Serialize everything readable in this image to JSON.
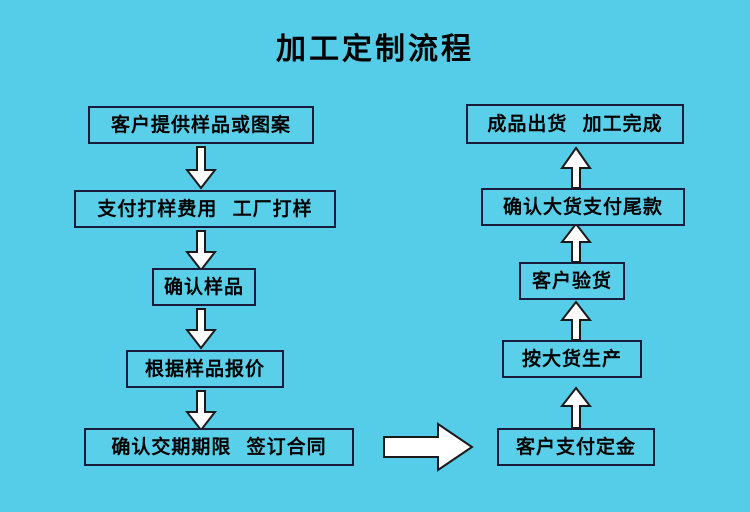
{
  "page": {
    "title": "加工定制流程",
    "background_color": "#55cce8",
    "box_border_color": "#1a1a3c",
    "box_fill_color": "#59cfea",
    "arrow_fill_color": "#ffffff",
    "arrow_outline_color": "#1a1a1a",
    "text_color": "#000000"
  },
  "flow": {
    "left_column": [
      {
        "id": "step-1",
        "label": "客户提供样品或图案"
      },
      {
        "id": "step-2",
        "label": "支付打样费用  工厂打样"
      },
      {
        "id": "step-3",
        "label": "确认样品"
      },
      {
        "id": "step-4",
        "label": "根据样品报价"
      },
      {
        "id": "step-5",
        "label": "确认交期期限  签订合同"
      }
    ],
    "right_column": [
      {
        "id": "step-6",
        "label": "客户支付定金"
      },
      {
        "id": "step-7",
        "label": "按大货生产"
      },
      {
        "id": "step-8",
        "label": "客户验货"
      },
      {
        "id": "step-9",
        "label": "确认大货支付尾款"
      },
      {
        "id": "step-10",
        "label": "成品出货  加工完成"
      }
    ],
    "connectors": [
      {
        "id": "arrow-1-2",
        "direction": "down"
      },
      {
        "id": "arrow-2-3",
        "direction": "down"
      },
      {
        "id": "arrow-3-4",
        "direction": "down"
      },
      {
        "id": "arrow-4-5",
        "direction": "down"
      },
      {
        "id": "arrow-5-6",
        "direction": "right"
      },
      {
        "id": "arrow-6-7",
        "direction": "up"
      },
      {
        "id": "arrow-7-8",
        "direction": "up"
      },
      {
        "id": "arrow-8-9",
        "direction": "up"
      },
      {
        "id": "arrow-9-10",
        "direction": "up"
      }
    ]
  }
}
